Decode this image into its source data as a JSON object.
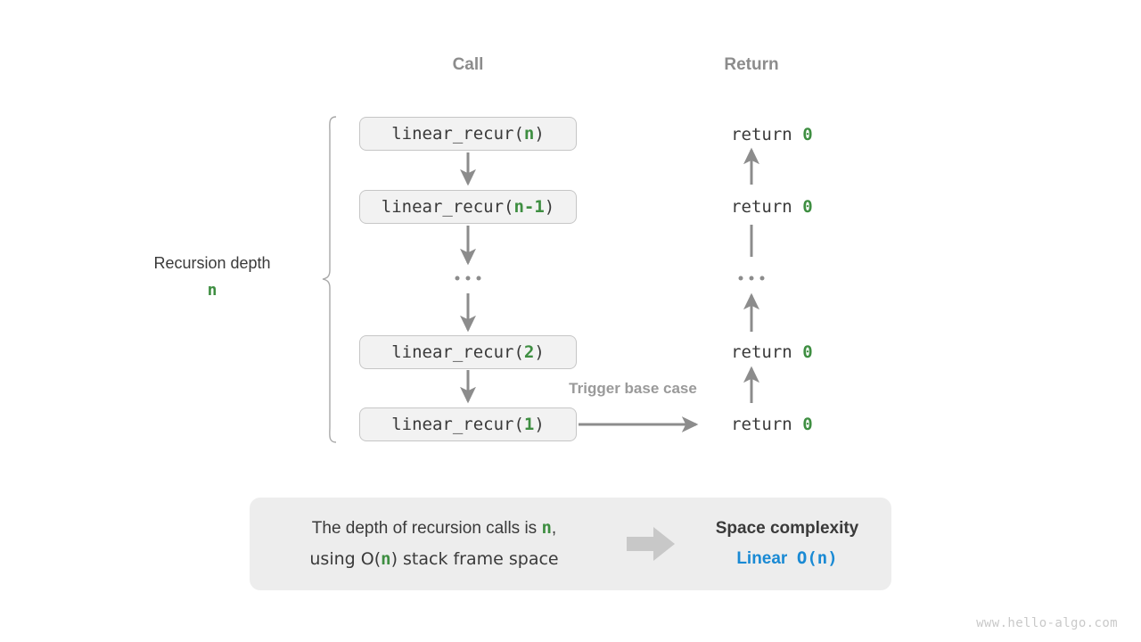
{
  "headers": {
    "call": "Call",
    "return": "Return"
  },
  "call_stack": [
    {
      "prefix": "linear_recur(",
      "arg": "n",
      "suffix": ")"
    },
    {
      "prefix": "linear_recur(",
      "arg": "n-1",
      "suffix": ")"
    },
    {
      "prefix": "linear_recur(",
      "arg": "2",
      "suffix": ")"
    },
    {
      "prefix": "linear_recur(",
      "arg": "1",
      "suffix": ")"
    }
  ],
  "returns": [
    {
      "keyword": "return ",
      "value": "0"
    },
    {
      "keyword": "return ",
      "value": "0"
    },
    {
      "keyword": "return ",
      "value": "0"
    },
    {
      "keyword": "return ",
      "value": "0"
    }
  ],
  "annotations": {
    "depth_text": "Recursion depth",
    "depth_var": "n",
    "trigger": "Trigger base case",
    "ellipsis": "..."
  },
  "summary": {
    "line1_a": "The depth of recursion calls is ",
    "line1_var": "n",
    "line1_b": ",",
    "line2_a": "using O(",
    "line2_var": "n",
    "line2_b": ") stack frame space",
    "title": "Space complexity",
    "value_word": "Linear",
    "value_notation": "O(n)"
  },
  "footer": {
    "url": "www.hello-algo.com"
  },
  "colors": {
    "accent_green": "#3e8e41",
    "accent_blue": "#1a8ad4",
    "stroke_gray": "#8c8c8c",
    "box_fill": "#f2f2f2",
    "panel_fill": "#ededed"
  }
}
